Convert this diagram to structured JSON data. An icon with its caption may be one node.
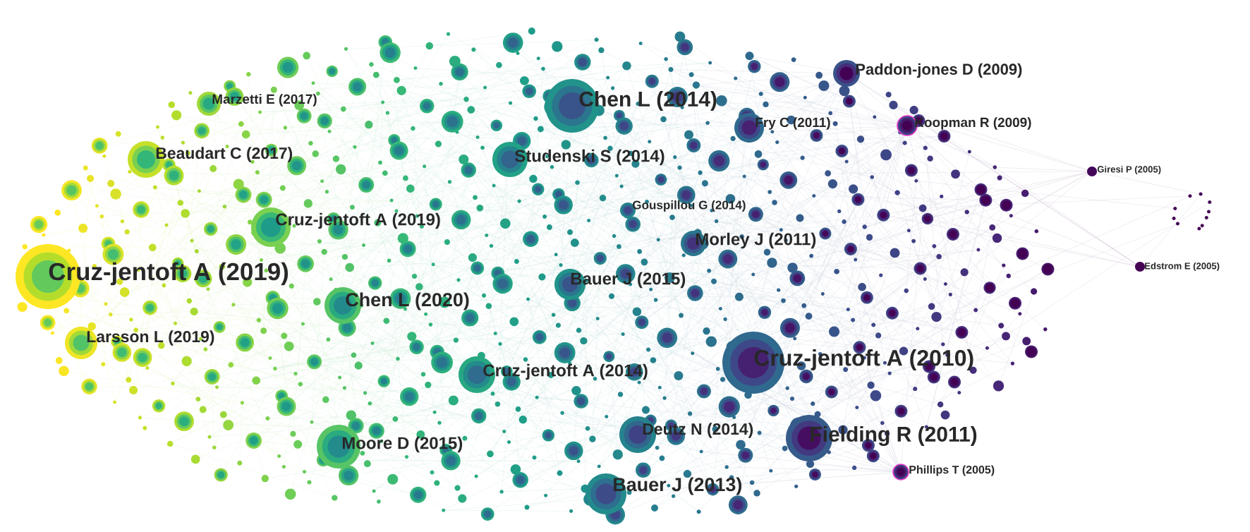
{
  "diagram": {
    "labels": [
      "Paddon-jones D (2009)",
      "Marzetti E (2017)",
      "Chen L (2014)",
      "Fry C (2011)",
      "Koopman R (2009)",
      "Beaudart C (2017)",
      "Studenski S (2014)",
      "Giresi P (2005)",
      "Gouspillou G (2014)",
      "Cruz-jentoft A (2019)",
      "Morley J (2011)",
      "Cruz-jentoft A (2019)",
      "Edstrom E (2005)",
      "Bauer J (2015)",
      "Chen L (2020)",
      "Larsson L (2019)",
      "Cruz-jentoft A (2010)",
      "Cruz-jentoft A (2014)",
      "Deutz N (2014)",
      "Fielding R (2011)",
      "Moore D (2015)",
      "Phillips T (2005)",
      "Bauer J (2013)"
    ]
  }
}
